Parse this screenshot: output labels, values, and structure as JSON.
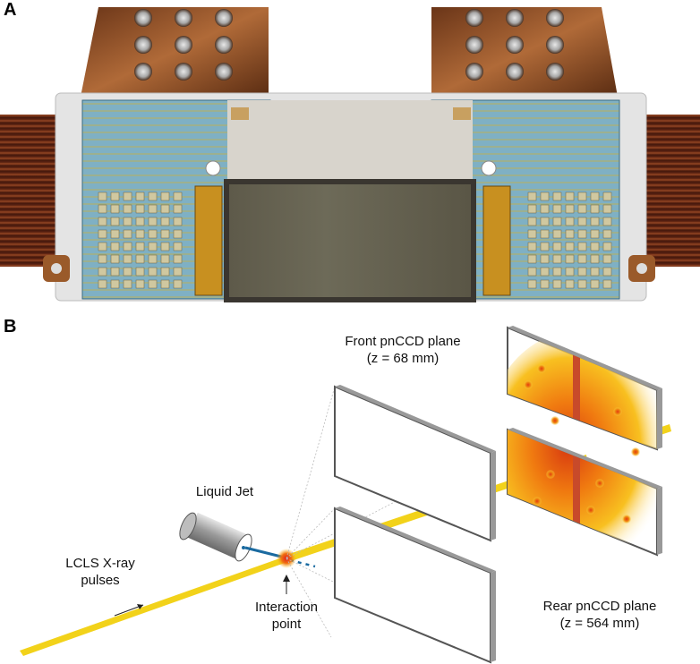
{
  "panel_a": {
    "label": "A"
  },
  "panel_b": {
    "label": "B",
    "front_plane": {
      "name": "Front pnCCD plane",
      "distance": "(z = 68 mm)"
    },
    "rear_plane": {
      "name": "Rear pnCCD plane",
      "distance": "(z = 564 mm)"
    },
    "liquid_jet": "Liquid Jet",
    "xray": {
      "line1": "LCLS X-ray",
      "line2": "pulses"
    },
    "interaction": {
      "line1": "Interaction",
      "line2": "point"
    }
  },
  "colors": {
    "pcb": "#7fb0c4",
    "copper": "#8a4a22",
    "ribbon": "#5a2414",
    "beam": "#f2d21a",
    "spot": "#f08a10",
    "hot": "#e23a10"
  }
}
